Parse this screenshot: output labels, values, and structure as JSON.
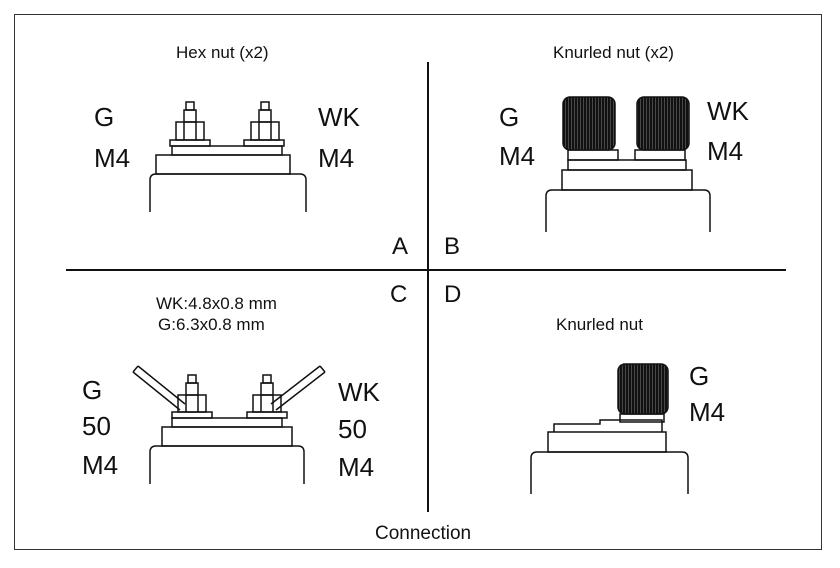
{
  "quadrants": {
    "a": {
      "letter": "A",
      "caption": "Hex nut (x2)",
      "left_labels": [
        "G",
        "M4"
      ],
      "right_labels": [
        "WK",
        "M4"
      ],
      "nut_icon": "hex-nut-icon"
    },
    "b": {
      "letter": "B",
      "caption": "Knurled nut (x2)",
      "left_labels": [
        "G",
        "M4"
      ],
      "right_labels": [
        "WK",
        "M4"
      ],
      "nut_icon": "knurled-nut-icon"
    },
    "c": {
      "letter": "C",
      "caption_lines": [
        "WK:4.8x0.8 mm",
        "G:6.3x0.8 mm"
      ],
      "left_labels": [
        "G",
        "50",
        "M4"
      ],
      "right_labels": [
        "WK",
        "50",
        "M4"
      ],
      "nut_icon": "hex-nut-with-tab-icon"
    },
    "d": {
      "letter": "D",
      "caption": "Knurled nut",
      "right_labels": [
        "G",
        "M4"
      ],
      "nut_icon": "knurled-nut-icon"
    }
  },
  "footer": "Connection"
}
